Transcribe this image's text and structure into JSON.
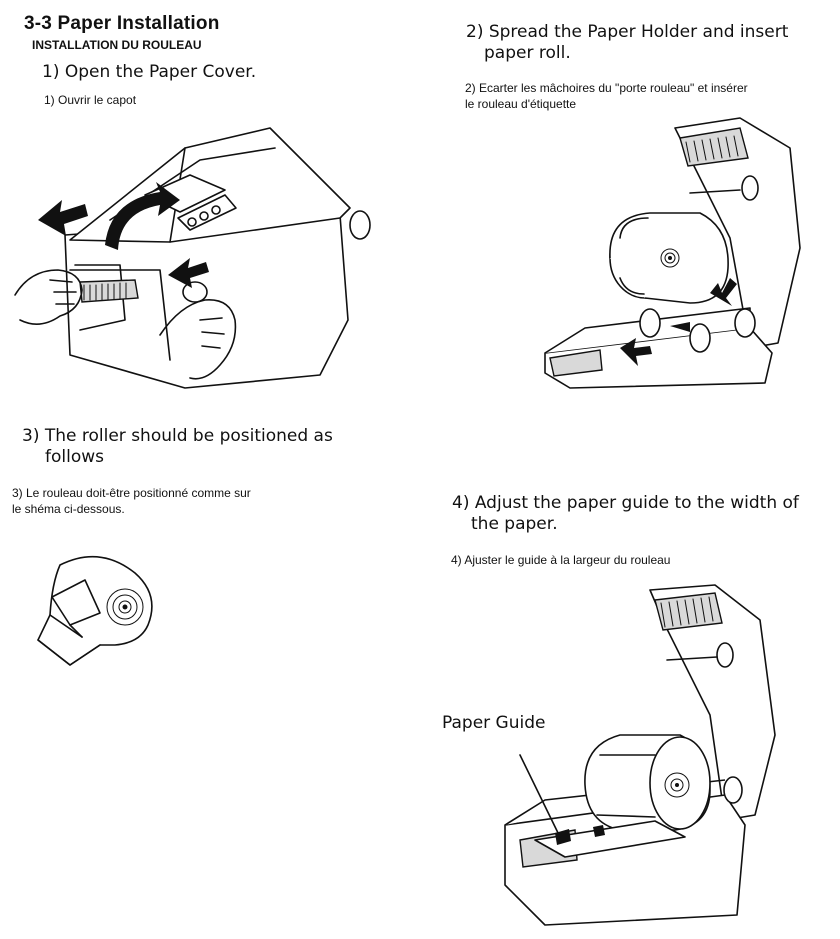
{
  "section": {
    "title": "3-3 Paper Installation",
    "subtitle": "INSTALLATION DU ROULEAU"
  },
  "steps": [
    {
      "en_line1": "1) Open the Paper Cover.",
      "en_line2": "",
      "fr_line1": "1) Ouvrir le capot",
      "fr_line2": ""
    },
    {
      "en_line1": "2) Spread the Paper Holder and insert",
      "en_line2": "paper roll.",
      "fr_line1": "2) Ecarter les mâchoires du \"porte rouleau\" et insérer",
      "fr_line2": "le rouleau d'étiquette"
    },
    {
      "en_line1": "3) The roller should be positioned as",
      "en_line2": "follows",
      "fr_line1": "3) Le rouleau doit-être positionné comme sur",
      "fr_line2": "le shéma ci-dessous."
    },
    {
      "en_line1": "4) Adjust the paper guide to the width of",
      "en_line2": "the paper.",
      "fr_line1": "4) Ajuster le guide à la largeur du rouleau",
      "fr_line2": ""
    }
  ],
  "callouts": {
    "paper_guide": "Paper Guide"
  }
}
